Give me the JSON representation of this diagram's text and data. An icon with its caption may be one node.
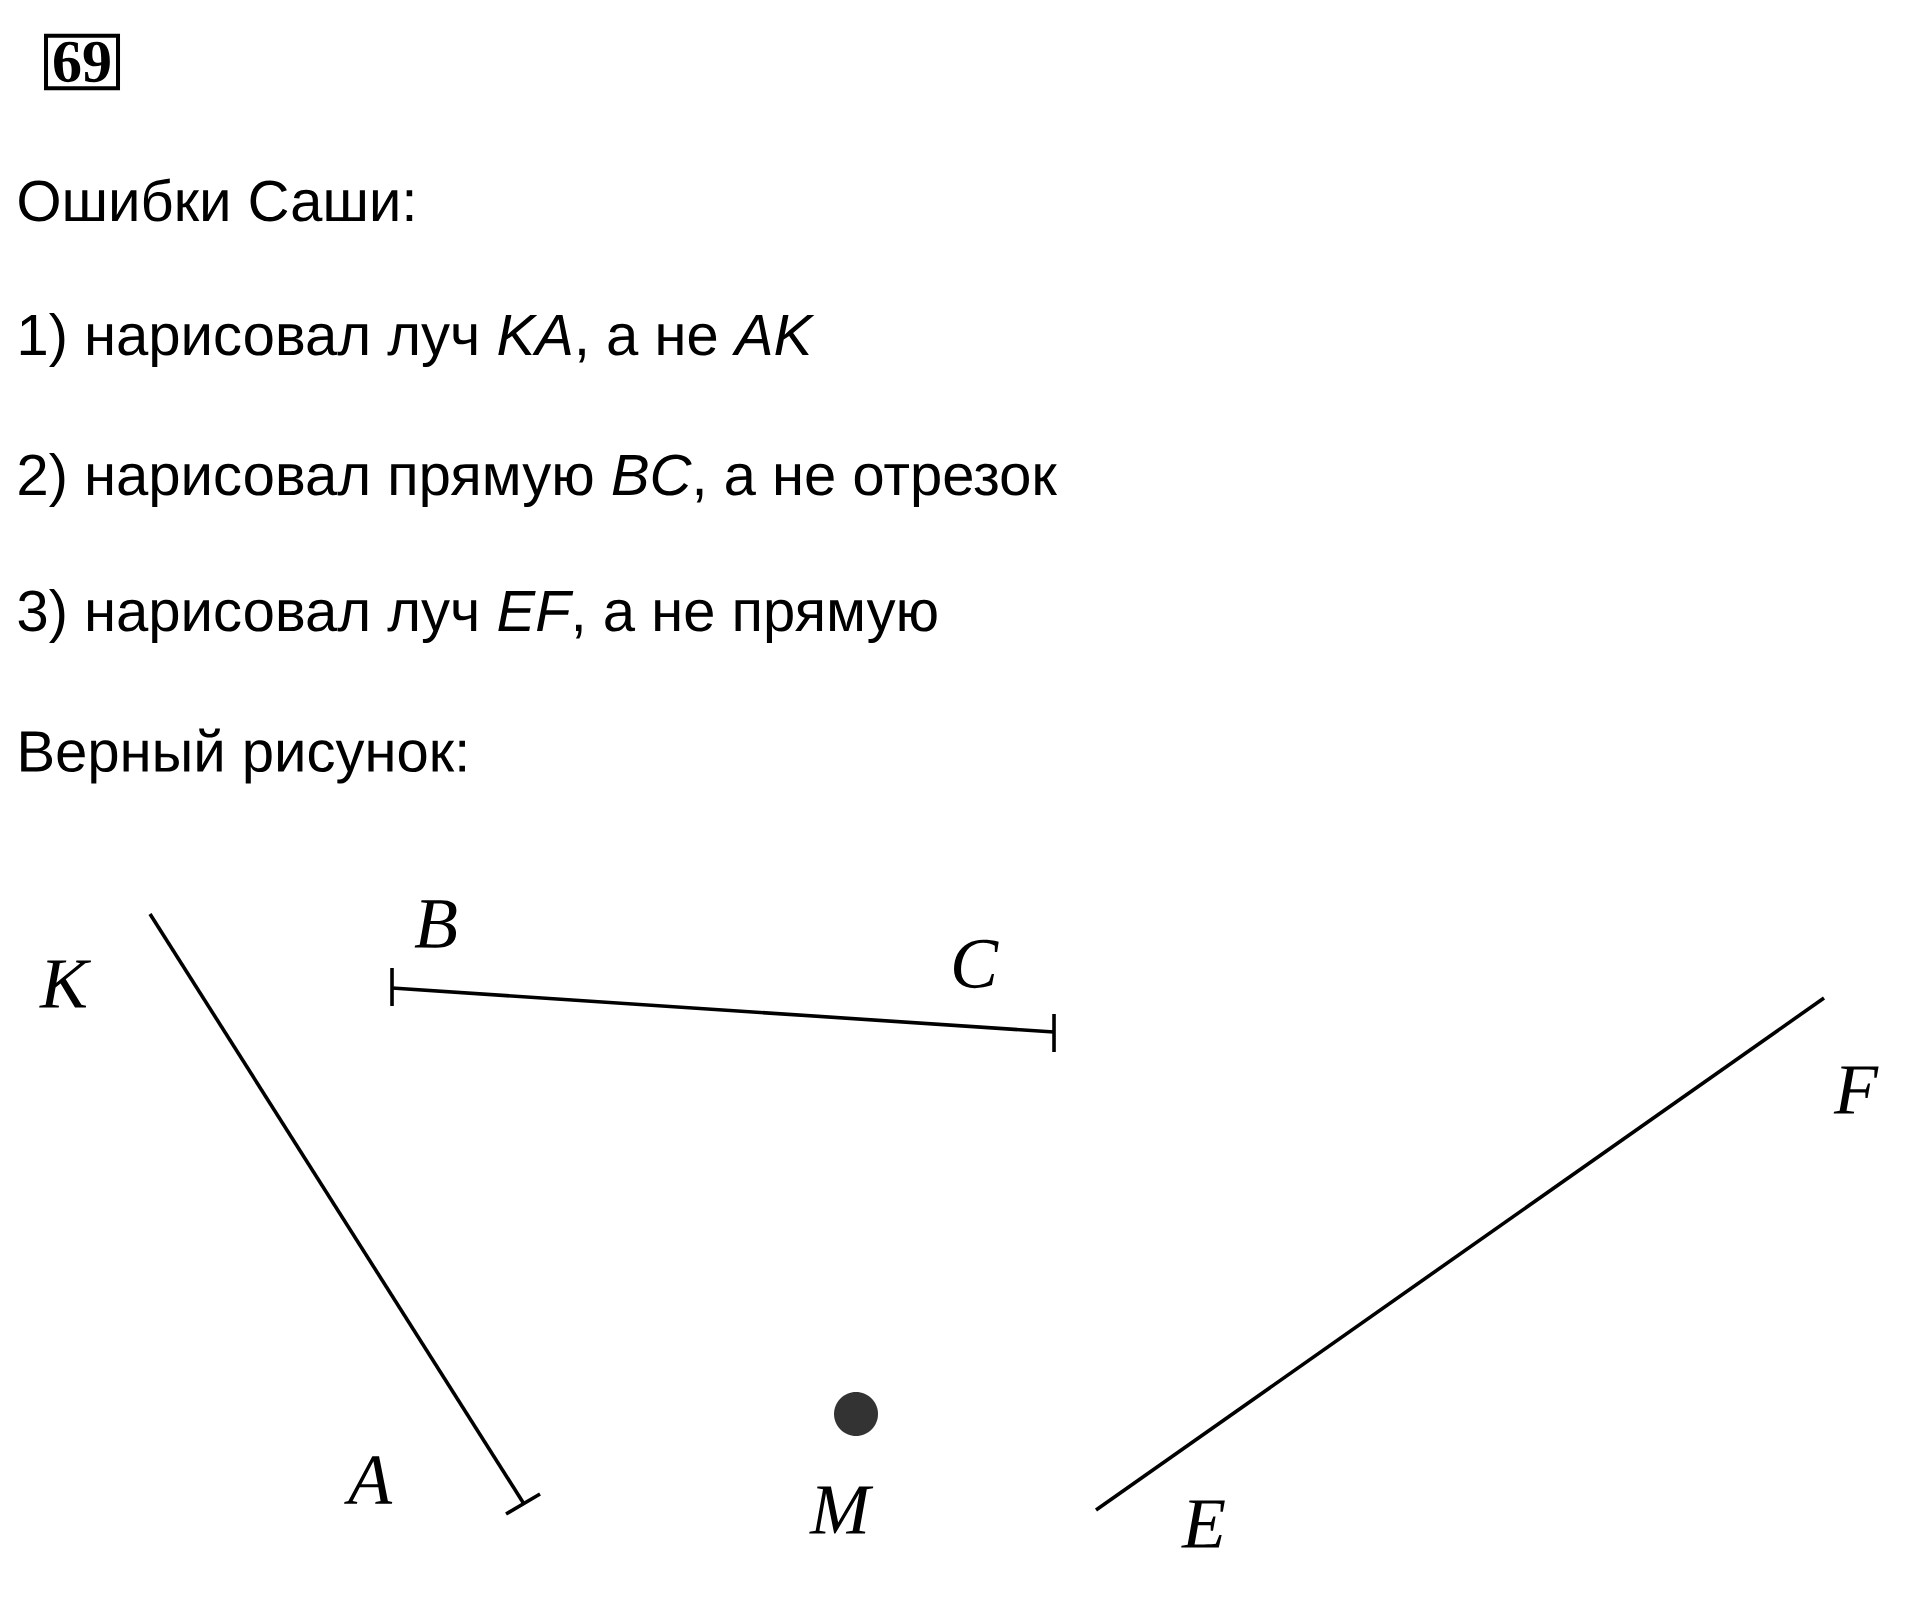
{
  "diagram": {
    "title": "69",
    "labels": [
      "Ошибки Саши:",
      "1) нарисовал луч *KA*, а не *AK*",
      "2) нарисовал прямую *BC*, а не отрезок",
      "3) нарисовал луч *EF*, а не прямую",
      "Верный рисунок:",
      "K",
      "B",
      "C",
      "F",
      "A",
      "M",
      "E"
    ]
  }
}
